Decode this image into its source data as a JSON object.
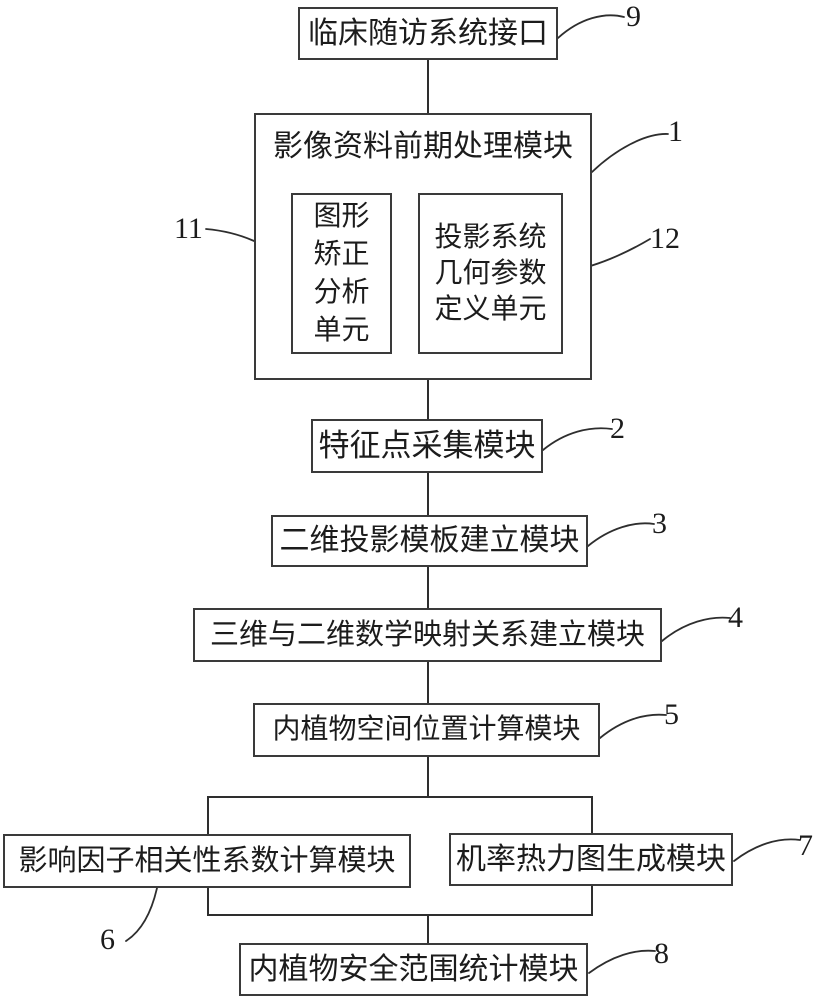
{
  "boxes": {
    "clinical_interface": {
      "label": "临床随访系统接口",
      "ref": "9"
    },
    "image_preprocessing": {
      "label": "影像资料前期处理模块",
      "ref": "1"
    },
    "graphic_correction": {
      "label": "图形\n矫正\n分析\n单元",
      "ref": "11"
    },
    "projection_geometry": {
      "label": "投影系统\n几何参数\n定义单元",
      "ref": "12"
    },
    "feature_collection": {
      "label": "特征点采集模块",
      "ref": "2"
    },
    "projection_template": {
      "label": "二维投影模板建立模块",
      "ref": "3"
    },
    "mapping_3d2d": {
      "label": "三维与二维数学映射关系建立模块",
      "ref": "4"
    },
    "implant_position": {
      "label": "内植物空间位置计算模块",
      "ref": "5"
    },
    "factor_correlation": {
      "label": "影响因子相关性系数计算模块",
      "ref": "6"
    },
    "probability_heatmap": {
      "label": "机率热力图生成模块",
      "ref": "7"
    },
    "safety_range": {
      "label": "内植物安全范围统计模块",
      "ref": "8"
    }
  }
}
